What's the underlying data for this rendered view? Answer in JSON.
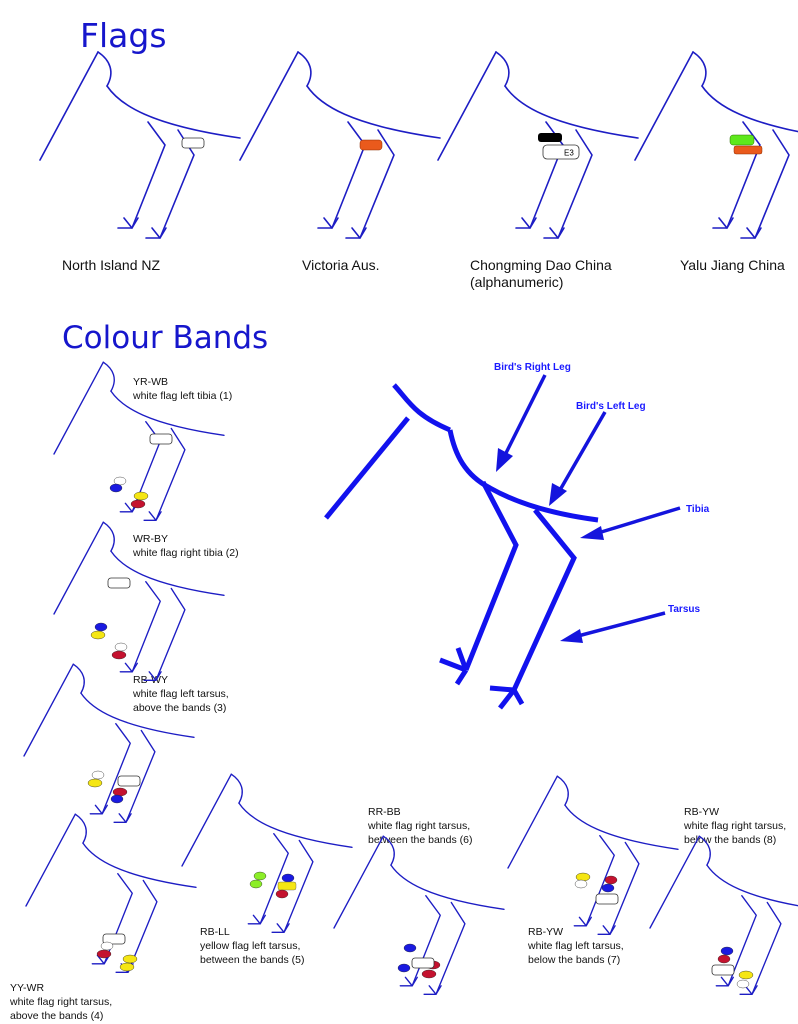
{
  "flags_section": {
    "title": "Flags",
    "captions": [
      {
        "text": "North Island NZ",
        "line2": ""
      },
      {
        "text": "Victoria Aus.",
        "line2": ""
      },
      {
        "text": "Chongming Dao China",
        "line2": "(alphanumeric)"
      },
      {
        "text": "Yalu Jiang China",
        "line2": ""
      }
    ],
    "alphanumeric_code": "E3"
  },
  "bands_section": {
    "title": "Colour Bands",
    "examples": [
      {
        "code": "YR-WB",
        "desc1": "white flag left tibia (1)",
        "desc2": ""
      },
      {
        "code": "WR-BY",
        "desc1": "white flag right tibia (2)",
        "desc2": ""
      },
      {
        "code": "RB-WY",
        "desc1": "white flag left tarsus,",
        "desc2": "above the bands (3)"
      },
      {
        "code": "YY-WR",
        "desc1": "white flag right tarsus,",
        "desc2": "above the bands (4)"
      },
      {
        "code": "RB-LL",
        "desc1": "yellow flag left tarsus,",
        "desc2": "between the bands (5)"
      },
      {
        "code": "RR-BB",
        "desc1": "white flag right tarsus,",
        "desc2": "between the bands (6)"
      },
      {
        "code": "RB-YW",
        "desc1": "white flag left tarsus,",
        "desc2": "below the bands (7)"
      },
      {
        "code": "RB-YW",
        "desc1": "white flag right tarsus,",
        "desc2": "below the bands (8)"
      }
    ]
  },
  "anatomy_diagram": {
    "labels": {
      "right_leg": "Bird's Right Leg",
      "left_leg": "Bird's Left Leg",
      "tibia": "Tibia",
      "tarsus": "Tarsus"
    }
  },
  "colors": {
    "leg_line": "#1d1dc4",
    "title": "#1616cc",
    "red": "#c4122f",
    "blue": "#1a1ae0",
    "yellow": "#f5e613",
    "white": "#ffffff",
    "orange": "#ea5a1c",
    "green": "#5ee81c",
    "black": "#000000",
    "lime": "#8cee28"
  }
}
